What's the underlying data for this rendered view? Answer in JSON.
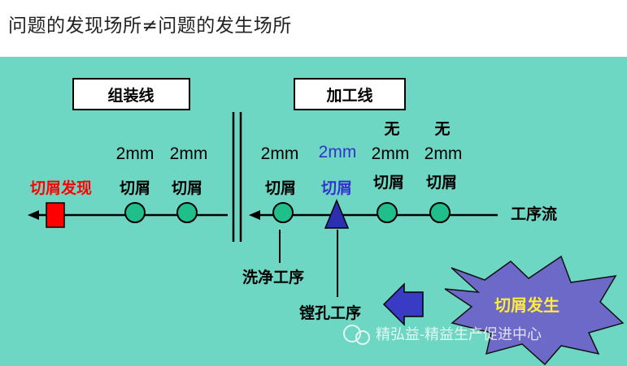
{
  "title": "问题的发现场所≠问题的发生场所",
  "sections": {
    "assembly": "组装线",
    "processing": "加工线"
  },
  "assembly_line": {
    "found_label": "切屑发现",
    "chips": [
      "切屑",
      "切屑"
    ],
    "size_labels": [
      "2mm",
      "2mm"
    ]
  },
  "processing_line": {
    "chips": [
      "切屑",
      "切屑",
      "切屑",
      "切屑"
    ],
    "size_labels": [
      "2mm",
      "2mm",
      "2mm",
      "2mm"
    ],
    "none_labels": [
      "无",
      "无"
    ],
    "flow_label": "工序流",
    "wash_label": "洗净工序",
    "bore_label": "镗孔工序",
    "burst_label": "切屑发生"
  },
  "watermark": "精弘益-精益生产促进中心",
  "colors": {
    "panel": "#6ed7c3",
    "node_fill": "#1fbe8a",
    "found_red": "#ff0000",
    "highlight_blue": "#3333cc",
    "triangle": "#2b2fb0",
    "burst_fill": "#6d69c9"
  }
}
